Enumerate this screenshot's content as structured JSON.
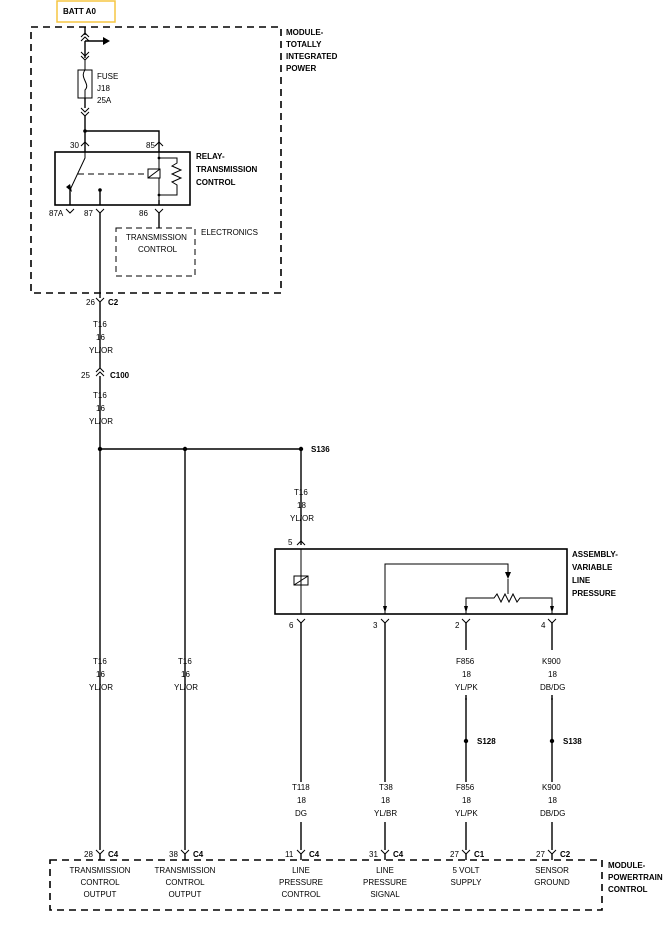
{
  "batt_label": "BATT A0",
  "batt_box_color": "#f5c542",
  "tipm": {
    "name_lines": [
      "MODULE-",
      "TOTALLY",
      "INTEGRATED",
      "POWER"
    ],
    "fuse": {
      "lines": [
        "FUSE",
        "J18",
        "25A"
      ]
    },
    "relay": {
      "name_lines": [
        "RELAY-",
        "TRANSMISSION",
        "CONTROL"
      ],
      "pins": {
        "p30": "30",
        "p85": "85",
        "p87a": "87A",
        "p87": "87",
        "p86": "86"
      }
    },
    "electronics_label": "ELECTRONICS",
    "tce_lines": [
      "TRANSMISSION",
      "CONTROL"
    ]
  },
  "c2_top": {
    "pin": "26",
    "conn": "C2"
  },
  "wire_t16_a": [
    "T16",
    "16",
    "YL/OR"
  ],
  "c100": {
    "pin": "25",
    "conn": "C100"
  },
  "wire_t16_b": [
    "T16",
    "16",
    "YL/OR"
  ],
  "splice_s136": "S136",
  "wire_t16_c": [
    "T16",
    "18",
    "YL/OR"
  ],
  "vlp": {
    "name_lines": [
      "ASSEMBLY-",
      "VARIABLE",
      "LINE",
      "PRESSURE"
    ],
    "pin_top": "5",
    "pins_bottom": [
      "6",
      "3",
      "2",
      "4"
    ]
  },
  "mid_wires": [
    [
      "T16",
      "16",
      "YL/OR"
    ],
    [
      "T16",
      "16",
      "YL/OR"
    ],
    [
      "F856",
      "18",
      "YL/PK"
    ],
    [
      "K900",
      "18",
      "DB/DG"
    ]
  ],
  "splices_lower": [
    "S128",
    "S138"
  ],
  "low_wires": [
    [
      "T118",
      "18",
      "DG"
    ],
    [
      "T38",
      "18",
      "YL/BR"
    ],
    [
      "F856",
      "18",
      "YL/PK"
    ],
    [
      "K900",
      "18",
      "DB/DG"
    ]
  ],
  "pcm": {
    "name_lines": [
      "MODULE-",
      "POWERTRAIN",
      "CONTROL"
    ],
    "connectors": [
      {
        "pin": "28",
        "conn": "C4",
        "lines": [
          "TRANSMISSION",
          "CONTROL",
          "OUTPUT"
        ]
      },
      {
        "pin": "38",
        "conn": "C4",
        "lines": [
          "TRANSMISSION",
          "CONTROL",
          "OUTPUT"
        ]
      },
      {
        "pin": "11",
        "conn": "C4",
        "lines": [
          "LINE",
          "PRESSURE",
          "CONTROL"
        ]
      },
      {
        "pin": "31",
        "conn": "C4",
        "lines": [
          "LINE",
          "PRESSURE",
          "SIGNAL"
        ]
      },
      {
        "pin": "27",
        "conn": "C1",
        "lines": [
          "5 VOLT",
          "SUPPLY"
        ]
      },
      {
        "pin": "27",
        "conn": "C2",
        "lines": [
          "SENSOR",
          "GROUND"
        ]
      }
    ]
  }
}
